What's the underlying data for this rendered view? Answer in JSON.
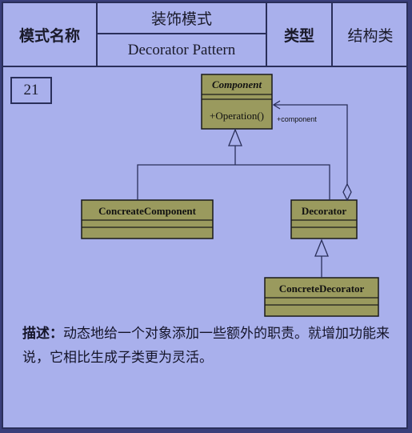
{
  "header": {
    "label": "模式名称",
    "name_cn": "装饰模式",
    "name_en": "Decorator Pattern",
    "type_label": "类型",
    "type_value": "结构类"
  },
  "number": "21",
  "diagram": {
    "component": {
      "name": "Component",
      "operation": "+Operation()"
    },
    "concrete_component": "ConcreateComponent",
    "decorator": "Decorator",
    "concrete_decorator": "ConcreteDecorator",
    "association_label": "+component"
  },
  "description": {
    "label": "描述：",
    "text": "动态地给一个对象添加一些额外的职责。就增加功能来说，它相比生成子类更为灵活。"
  },
  "colors": {
    "card": "#a9b0ec",
    "class_box": "#9a9a5e",
    "line": "#2a2f5a"
  }
}
